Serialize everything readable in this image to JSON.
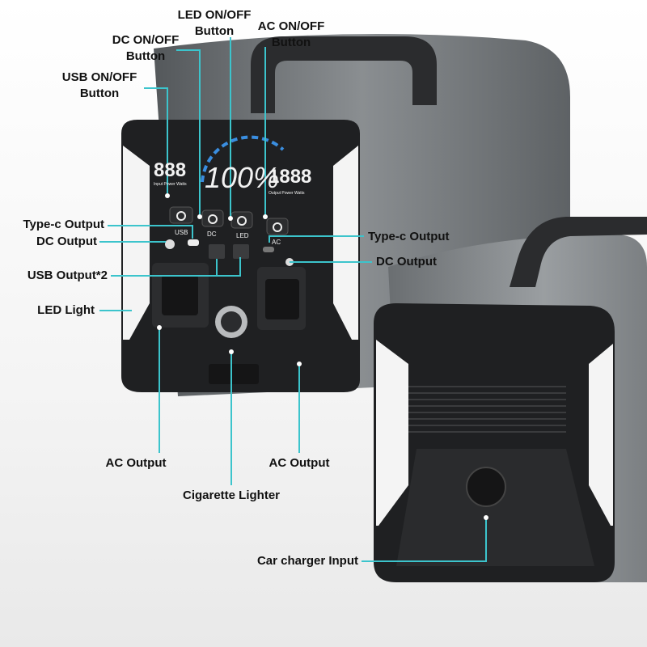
{
  "colors": {
    "leader_line": "#3cc4cc",
    "body": "#6e7275",
    "panel": "#1f2022",
    "led_panel": "#f4f4f4"
  },
  "display": {
    "left_digits": "888",
    "left_caption": "Input Power Watts",
    "center_percent": "100%",
    "right_digits": "1888",
    "right_caption": "Output Power Watts"
  },
  "button_labels": {
    "usb": "USB",
    "dc": "DC",
    "led": "LED",
    "ac": "AC"
  },
  "labels": {
    "usb_onoff_1": "USB ON/OFF",
    "usb_onoff_2": "Button",
    "dc_onoff_1": "DC ON/OFF",
    "dc_onoff_2": "Button",
    "led_onoff_1": "LED ON/OFF",
    "led_onoff_2": "Button",
    "ac_onoff_1": "AC ON/OFF",
    "ac_onoff_2": "Button",
    "typec_left": "Type-c Output",
    "dc_left": "DC Output",
    "usb_output": "USB Output*2",
    "led_light": "LED Light",
    "typec_right": "Type-c Output",
    "dc_right": "DC Output",
    "ac_output_left": "AC Output",
    "cigarette": "Cigarette Lighter",
    "ac_output_right": "AC Output",
    "car_charger": "Car charger Input"
  }
}
